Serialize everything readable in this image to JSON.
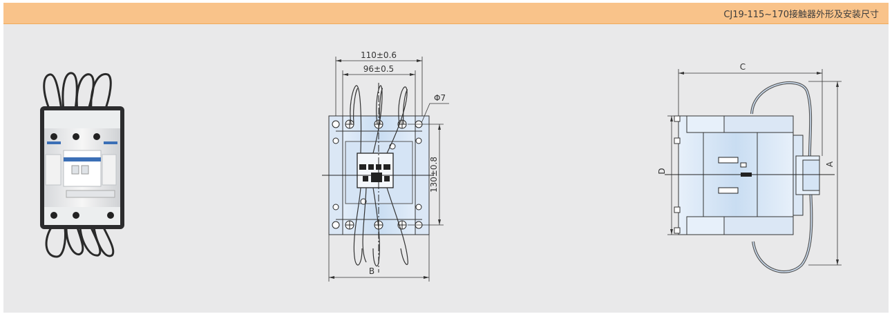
{
  "header": {
    "title": "CJ19-115~170接触器外形及安装尺寸"
  },
  "front_view": {
    "dim_110": "110±0.6",
    "dim_96": "96±0.5",
    "dim_hole": "Φ7",
    "dim_130": "130±0.8",
    "dim_b": "B"
  },
  "side_view": {
    "dim_c": "C",
    "dim_d": "D",
    "dim_a": "A"
  },
  "colors": {
    "header": "#f9c38a",
    "panel": "#e9e9ea",
    "blue_fill": "#cfe0f3"
  }
}
